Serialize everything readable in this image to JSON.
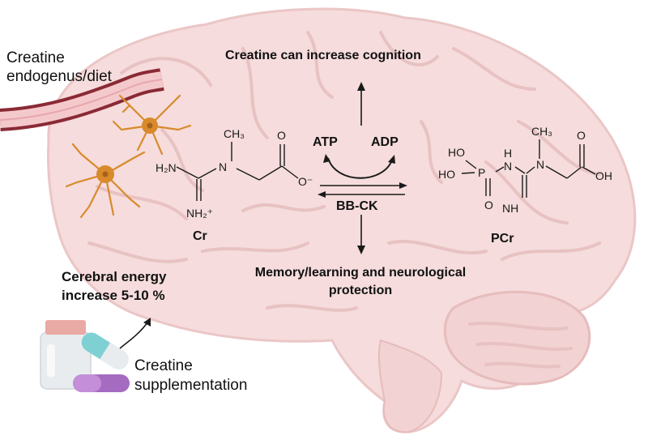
{
  "labels": {
    "creatine_source_line1": "Creatine",
    "creatine_source_line2": "endogenus/diet",
    "cognition": "Creatine can increase cognition",
    "atp": "ATP",
    "adp": "ADP",
    "enzyme": "BB-CK",
    "memory_line1": "Memory/learning and neurological",
    "memory_line2": "protection",
    "energy_line1": "Cerebral energy",
    "energy_line2": "increase 5-10 %",
    "supplement_line1": "Creatine",
    "supplement_line2": "supplementation"
  },
  "molecules": {
    "cr": {
      "name": "Cr",
      "h2n": "H₂N",
      "ch3": "CH₃",
      "n": "N",
      "o_top": "O",
      "o_minus": "O⁻",
      "nh2plus": "NH₂⁺"
    },
    "pcr": {
      "name": "PCr",
      "ho1": "HO",
      "ho2": "HO",
      "p": "P",
      "o": "O",
      "h": "H",
      "n1": "N",
      "n2": "N",
      "nh": "NH",
      "ch3": "CH₃",
      "o_top": "O",
      "oh": "OH"
    }
  },
  "colors": {
    "brain_fill": "#f6dcdc",
    "brain_fold": "#e8c2c2",
    "vessel_outer": "#8a2a35",
    "vessel_inner": "#f4c9cc",
    "neuron": "#d88a2c",
    "bottle": "#e9ecef",
    "bottle_cap": "#e9a9a4",
    "pill_teal": "#7fd0d3",
    "pill_purple": "#a56bc0"
  }
}
